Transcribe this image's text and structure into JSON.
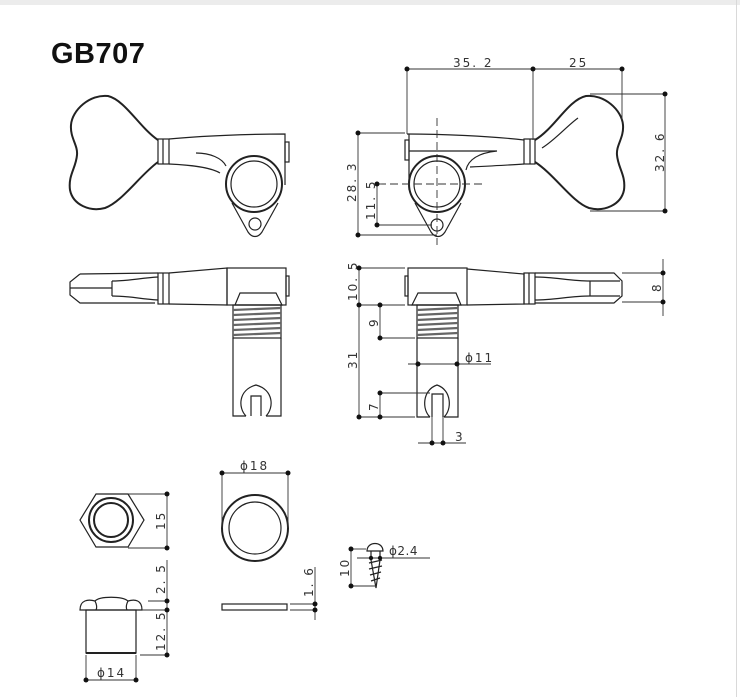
{
  "title": "GB707",
  "views": {
    "side_view": {
      "dimensions": {
        "post_to_shaft": "35. 2",
        "key_length": "25",
        "key_height": "32. 6",
        "total_height": "28. 3",
        "post_to_screw": "11. 5"
      }
    },
    "top_view": {
      "dimensions": {
        "housing_height": "10. 5",
        "key_thickness": "8",
        "thread_length": "9",
        "post_length": "31",
        "post_diameter": "ϕ11",
        "slot_depth": "7",
        "slot_width": "3"
      }
    },
    "bushing": {
      "dimensions": {
        "hex_width": "15",
        "flange_height": "2. 5",
        "sleeve_height": "12. 5",
        "sleeve_diameter": "ϕ14"
      }
    },
    "washer": {
      "dimensions": {
        "outer_diameter": "ϕ18",
        "thickness": "1. 6"
      }
    },
    "screw": {
      "dimensions": {
        "length": "10",
        "diameter": "ϕ2.4"
      }
    }
  }
}
